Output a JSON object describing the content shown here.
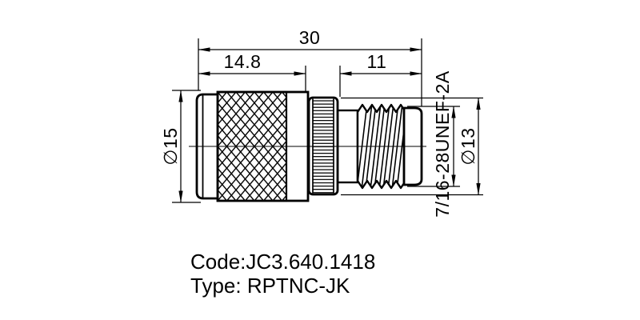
{
  "drawing": {
    "dimensions": {
      "overall_length": "30",
      "left_section_length": "14.8",
      "right_section_length": "11",
      "body_diameter": "∅15",
      "coupling_diameter": "∅13",
      "thread_spec": "7/16-28UNEF-2A"
    },
    "notes": {
      "code_line": "Code:JC3.640.1418",
      "type_line": "Type: RPTNC-JK"
    },
    "colors": {
      "ink": "#000000",
      "background": "#ffffff"
    }
  }
}
